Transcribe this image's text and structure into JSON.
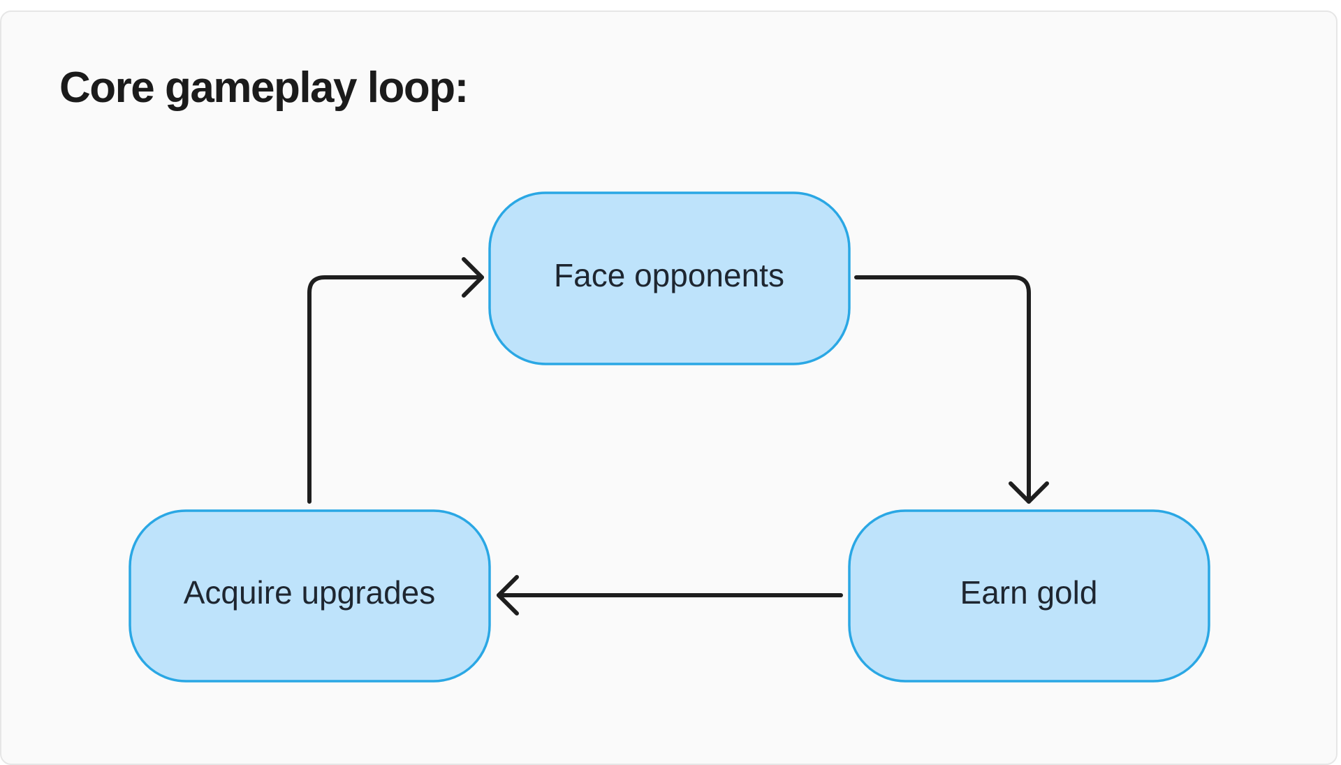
{
  "title": "Core gameplay loop:",
  "colors": {
    "node_fill": "#bee3fb",
    "node_border": "#2aa7e4",
    "connector": "#1e1e1e",
    "text": "#1b1b1b"
  },
  "nodes": [
    {
      "id": "face",
      "label": "Face opponents"
    },
    {
      "id": "gold",
      "label": "Earn gold"
    },
    {
      "id": "upgrades",
      "label": "Acquire upgrades"
    }
  ],
  "edges": [
    {
      "from": "face",
      "to": "gold"
    },
    {
      "from": "gold",
      "to": "upgrades"
    },
    {
      "from": "upgrades",
      "to": "face"
    }
  ]
}
